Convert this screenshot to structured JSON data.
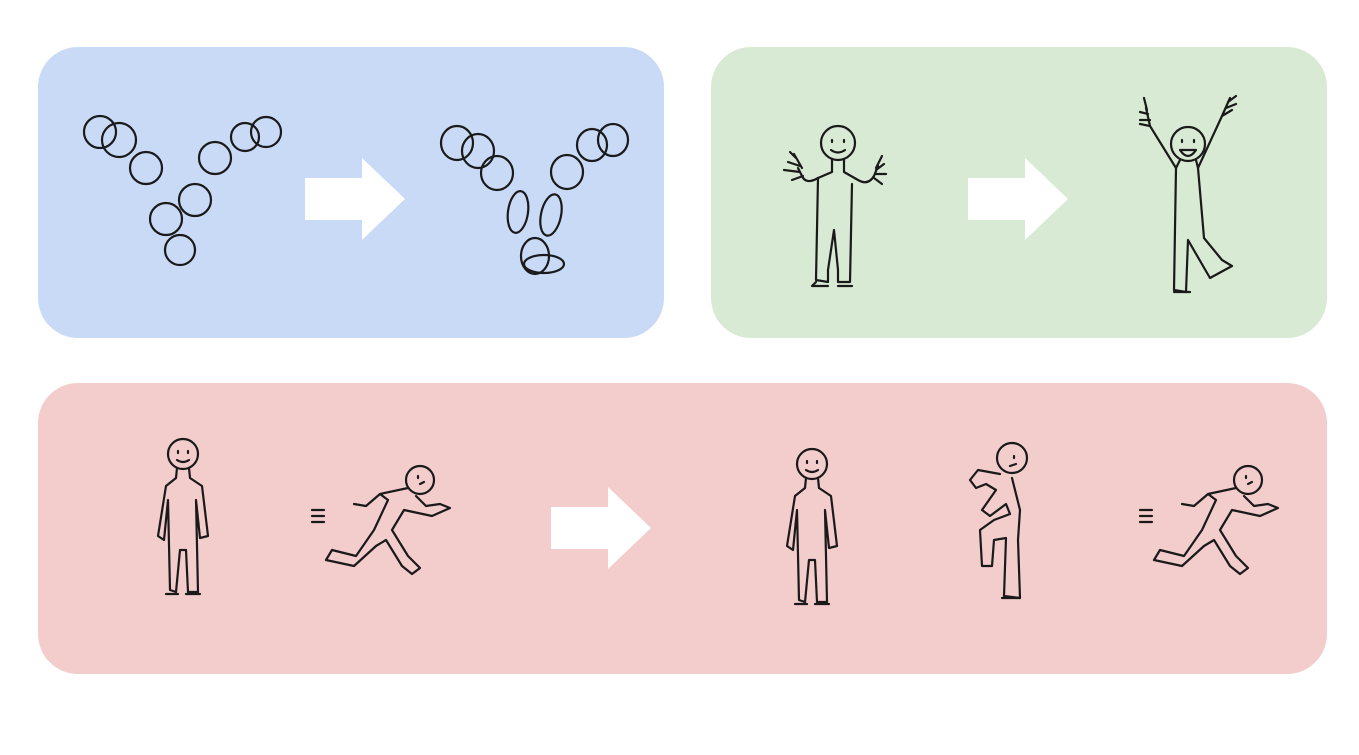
{
  "colors": {
    "blue_panel": "#c9daf7",
    "green_panel": "#d8ead3",
    "red_panel": "#f3cccc",
    "ink": "#1a1a1a",
    "arrow": "#ffffff"
  },
  "panels": [
    {
      "id": "blue",
      "description": "balls-to-smooth-shape"
    },
    {
      "id": "green",
      "description": "stick-figure-wave-to-cheer"
    },
    {
      "id": "red",
      "description": "stand-and-run-to-stand-step-run"
    }
  ],
  "icons": [
    "right-arrow-icon",
    "stick-figure-icon",
    "running-figure-icon"
  ]
}
